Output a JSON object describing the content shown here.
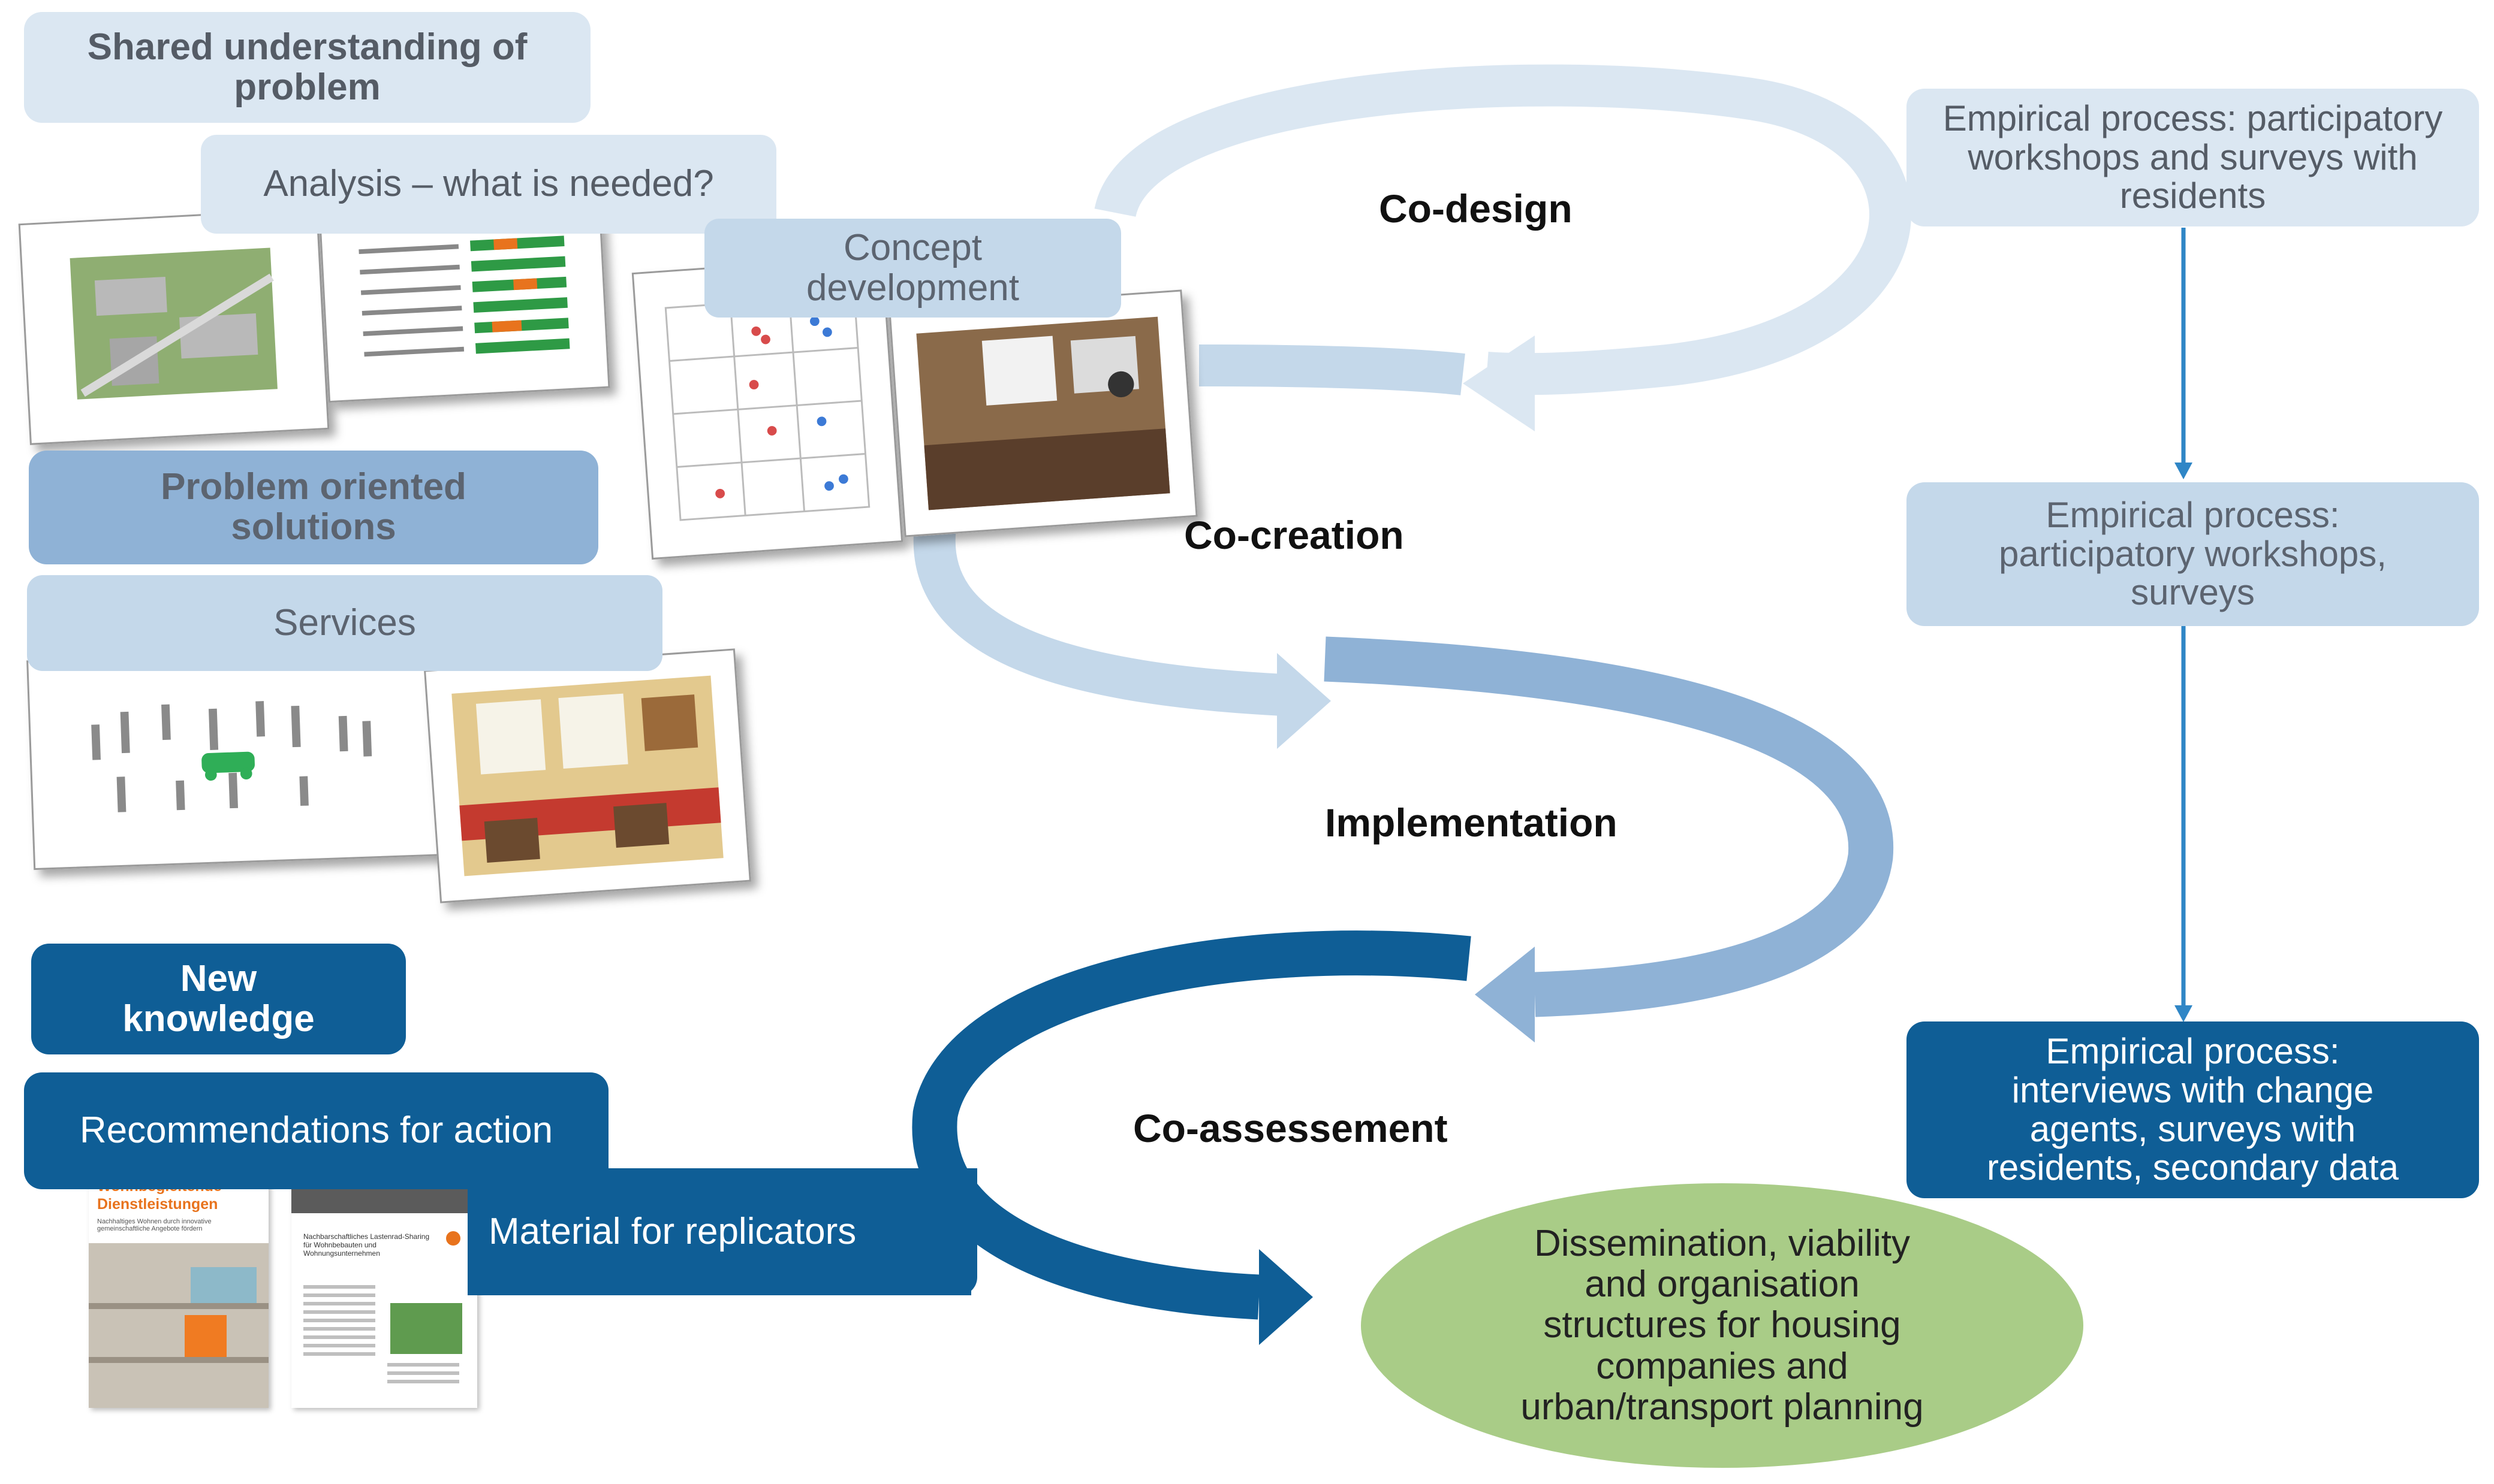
{
  "stages": {
    "codesign": "Co-design",
    "cocreation": "Co-creation",
    "implementation": "Implementation",
    "coassessement": "Co-assessement"
  },
  "left_boxes": {
    "shared": "Shared understanding of problem",
    "analysis": "Analysis – what is needed?",
    "concept": "Concept development",
    "problem_oriented": "Problem oriented solutions",
    "services": "Services",
    "new_knowledge": "New knowledge",
    "recommendations": "Recommendations for action",
    "material": "Material for replicators"
  },
  "right_boxes": {
    "emp1": "Empirical process: participatory workshops and surveys with residents",
    "emp2": "Empirical process: participatory workshops, surveys",
    "emp3": "Empirical process: interviews with change agents, surveys with residents, secondary data"
  },
  "outcome": "Dissemination, viability and organisation structures for housing companies and urban/transport planning",
  "brochure": {
    "title": "Wohnbegleitende Dienstleistungen",
    "subtitle": "Nachhaltiges Wohnen durch innovative gemeinschaftliche Angebote fördern",
    "doc2_title": "Nachbarschaftliches Lastenrad-Sharing für Wohnbebauten und Wohnungsunternehmen"
  },
  "colors": {
    "light": "#dbe7f2",
    "mid": "#c4d8ea",
    "medium_dark": "#8fb2d6",
    "dark": "#0f5e96",
    "green": "#a9cc87"
  }
}
